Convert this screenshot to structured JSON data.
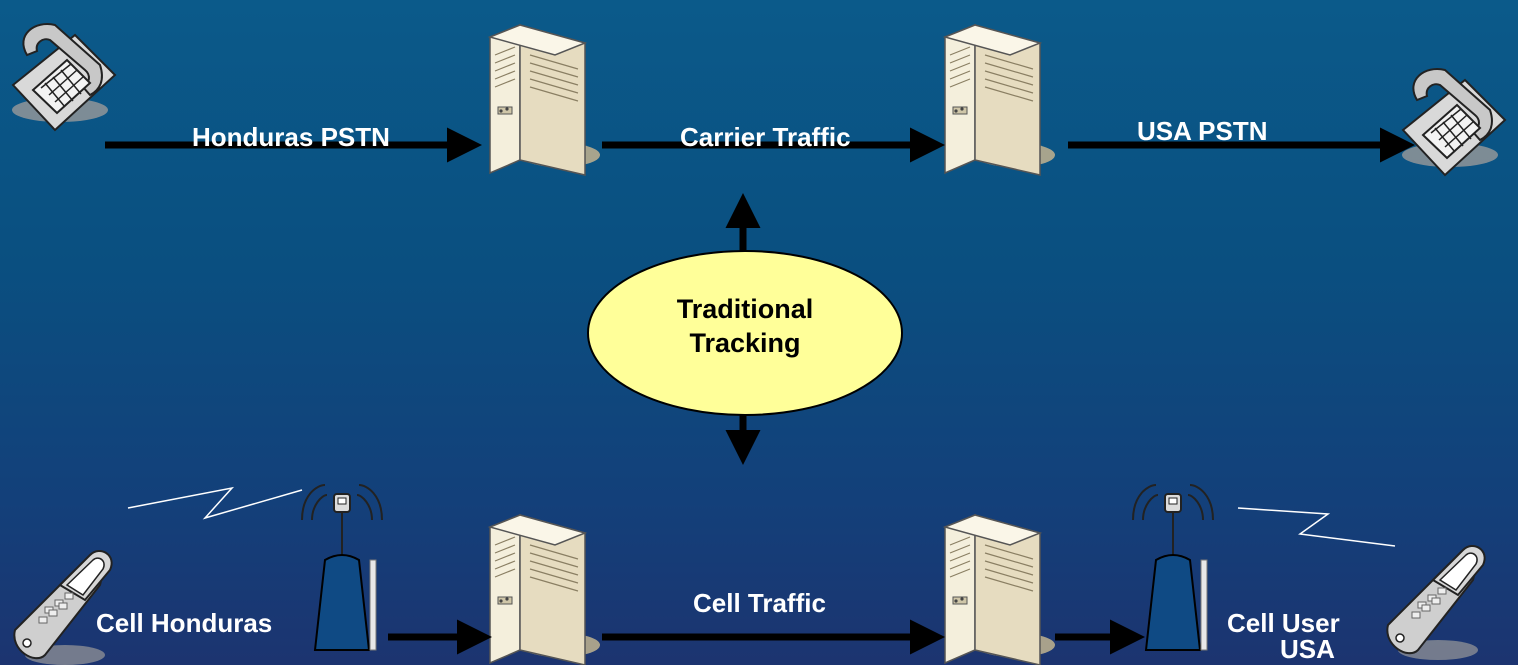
{
  "top_row": {
    "left_link_label": "Honduras PSTN",
    "middle_link_label": "Carrier Traffic",
    "right_link_label": "USA PSTN"
  },
  "center": {
    "line1": "Traditional",
    "line2": "Tracking"
  },
  "bottom_row": {
    "left_label": "Cell Honduras",
    "middle_link_label": "Cell Traffic",
    "right_label_line1": "Cell User",
    "right_label_line2": "USA"
  },
  "colors": {
    "background_top": "#0b5a8a",
    "background_bottom": "#1c3470",
    "ellipse_fill": "#ffff99",
    "arrow": "#000000",
    "server": "#e9e2c9"
  }
}
